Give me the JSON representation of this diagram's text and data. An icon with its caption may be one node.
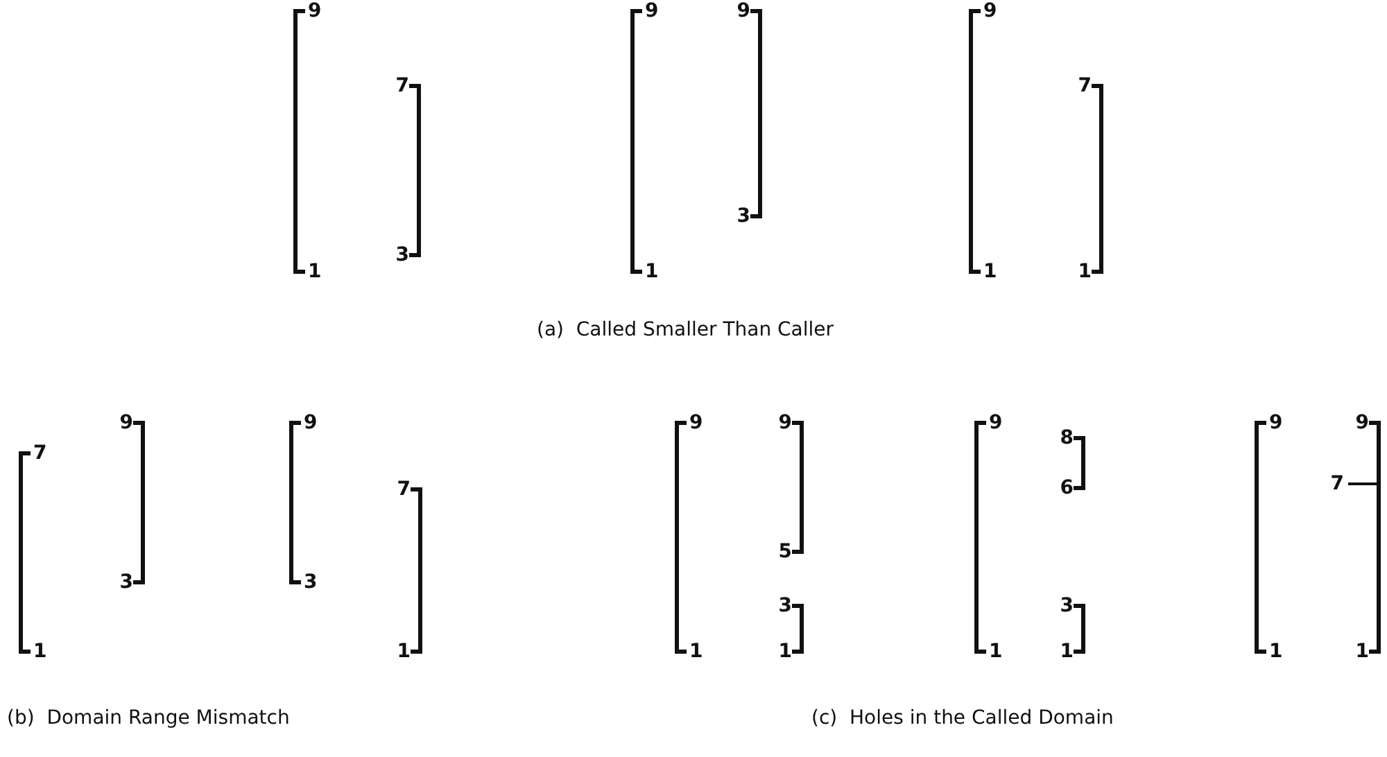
{
  "diagram": {
    "labels": [
      "9",
      "7",
      "3",
      "1",
      "9",
      "9",
      "3",
      "1",
      "9",
      "7",
      "1",
      "1",
      "(a)  Called Smaller Than Caller",
      "9",
      "7",
      "3",
      "1",
      "9",
      "7",
      "3",
      "1",
      "9",
      "9",
      "5",
      "3",
      "1",
      "1",
      "9",
      "8",
      "6",
      "3",
      "1",
      "1",
      "9",
      "9",
      "7",
      "1",
      "1",
      "(b)  Domain Range Mismatch",
      "(c)  Holes in the Called Domain"
    ]
  }
}
